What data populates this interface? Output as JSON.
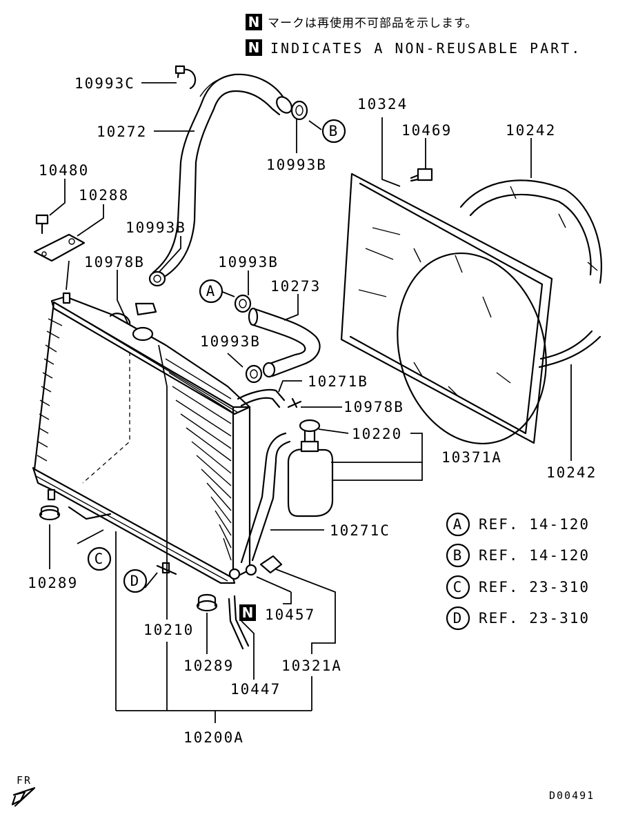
{
  "notes": {
    "badge_letter": "N",
    "japanese": "マークは再使用不可部品を示します。",
    "english": "INDICATES A NON-REUSABLE PART."
  },
  "parts": {
    "p10993C": "10993C",
    "p10272": "10272",
    "p10993B_top": "10993B",
    "p10480": "10480",
    "p10288": "10288",
    "p10993B_left": "10993B",
    "p10978B_left": "10978B",
    "p10993B_mid": "10993B",
    "p10273": "10273",
    "p10993B_low": "10993B",
    "p10271B": "10271B",
    "p10978B_right": "10978B",
    "p10220": "10220",
    "p10371A": "10371A",
    "p10324": "10324",
    "p10469": "10469",
    "p10242_top": "10242",
    "p10242_bottom": "10242",
    "p10271C": "10271C",
    "p10289_left": "10289",
    "p10210": "10210",
    "p10289_bottom": "10289",
    "p10457": "10457",
    "p10321A": "10321A",
    "p10447": "10447",
    "p10200A": "10200A"
  },
  "callouts": {
    "A": "A",
    "B": "B",
    "C": "C",
    "D": "D"
  },
  "references": [
    {
      "letter": "A",
      "text": "REF. 14-120"
    },
    {
      "letter": "B",
      "text": "REF. 14-120"
    },
    {
      "letter": "C",
      "text": "REF. 23-310"
    },
    {
      "letter": "D",
      "text": "REF. 23-310"
    }
  ],
  "direction_label": "FR",
  "diagram_code": "D00491"
}
